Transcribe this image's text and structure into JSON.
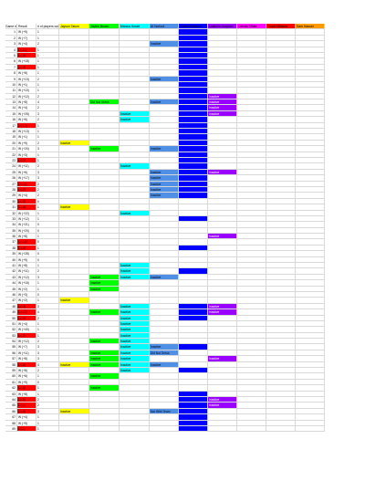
{
  "headers": [
    "Game #",
    "Result",
    "# of players out",
    "Jayson Tatum",
    "Jaylen Brown",
    "Marcus Smart",
    "Al Horford",
    "Robert Williams",
    "Malcolm Brogdon",
    "Derrick White",
    "Grant Williams",
    "Sam Hauser"
  ],
  "header_colors": [
    "#ffffff",
    "#ffffff",
    "#ffffff",
    "#ffff00",
    "#00ff00",
    "#00ffff",
    "#4f8fe6",
    "#0000ff",
    "#9900ff",
    "#ff00ff",
    "#ff0000",
    "#ff9900"
  ],
  "player_colors": [
    "#ffff00",
    "#00ff00",
    "#00ffff",
    "#4f8fe6",
    "#0000ff",
    "#9900ff",
    "#ff00ff",
    "#ff0000",
    "#ff9900"
  ],
  "loss_color": "#ff0000",
  "rows": [
    {
      "g": "1",
      "r": "W (+9)",
      "n": "1",
      "s": [
        0,
        0,
        0,
        0,
        1,
        0,
        0,
        0,
        0
      ]
    },
    {
      "g": "2",
      "r": "W (+7)",
      "n": "1",
      "s": [
        0,
        0,
        0,
        0,
        1,
        0,
        0,
        0,
        0
      ]
    },
    {
      "g": "3",
      "r": "W (+4)",
      "n": "2",
      "s": [
        0,
        0,
        0,
        1,
        1,
        0,
        0,
        0,
        0
      ],
      "t": {
        "3": "Inactive"
      }
    },
    {
      "g": "4",
      "r": "L (-14)",
      "n": "1",
      "s": [
        0,
        0,
        0,
        0,
        1,
        0,
        0,
        0,
        0
      ]
    },
    {
      "g": "5",
      "r": "L (-4)",
      "n": "1",
      "s": [
        0,
        0,
        0,
        0,
        1,
        0,
        0,
        0,
        0
      ]
    },
    {
      "g": "6",
      "r": "W (+18)",
      "n": "1",
      "s": [
        0,
        0,
        0,
        0,
        1,
        0,
        0,
        0,
        0
      ]
    },
    {
      "g": "7",
      "r": "L (-4)",
      "n": "1",
      "s": [
        0,
        0,
        0,
        0,
        1,
        0,
        0,
        0,
        0
      ]
    },
    {
      "g": "8",
      "r": "W (+8)",
      "n": "1",
      "s": [
        0,
        0,
        0,
        0,
        1,
        0,
        0,
        0,
        0
      ]
    },
    {
      "g": "9",
      "r": "W (+13)",
      "n": "2",
      "s": [
        0,
        0,
        0,
        1,
        1,
        0,
        0,
        0,
        0
      ],
      "t": {
        "3": "Inactive"
      }
    },
    {
      "g": "10",
      "r": "W (+1)",
      "n": "1",
      "s": [
        0,
        0,
        0,
        0,
        1,
        0,
        0,
        0,
        0
      ]
    },
    {
      "g": "11",
      "r": "W (+10)",
      "n": "1",
      "s": [
        0,
        0,
        0,
        0,
        1,
        0,
        0,
        0,
        0
      ]
    },
    {
      "g": "12",
      "r": "W (+12)",
      "n": "2",
      "s": [
        0,
        0,
        0,
        0,
        1,
        1,
        0,
        0,
        0
      ],
      "t": {
        "5": "Inactive"
      }
    },
    {
      "g": "13",
      "r": "W (+8)",
      "n": "4",
      "s": [
        0,
        1,
        0,
        1,
        1,
        1,
        0,
        0,
        0
      ],
      "t": {
        "1": "Did Not Dress",
        "3": "Inactive",
        "5": "Inactive"
      }
    },
    {
      "g": "14",
      "r": "W (+4)",
      "n": "2",
      "s": [
        0,
        0,
        0,
        0,
        1,
        1,
        0,
        0,
        0
      ],
      "t": {
        "5": "Inactive"
      }
    },
    {
      "g": "15",
      "r": "W (+25)",
      "n": "3",
      "s": [
        0,
        0,
        1,
        0,
        1,
        1,
        0,
        0,
        0
      ],
      "t": {
        "2": "Inactive",
        "5": "Inactive"
      }
    },
    {
      "g": "16",
      "r": "W (+6)",
      "n": "2",
      "s": [
        0,
        0,
        1,
        0,
        1,
        0,
        0,
        0,
        0
      ],
      "t": {
        "2": "Inactive"
      }
    },
    {
      "g": "17",
      "r": "L (-12)",
      "n": "1",
      "s": [
        0,
        0,
        0,
        0,
        1,
        0,
        0,
        0,
        0
      ]
    },
    {
      "g": "18",
      "r": "W (+13)",
      "n": "1",
      "s": [
        0,
        0,
        0,
        0,
        1,
        0,
        0,
        0,
        0
      ]
    },
    {
      "g": "19",
      "r": "W (+1)",
      "n": "1",
      "s": [
        0,
        0,
        0,
        0,
        1,
        0,
        0,
        0,
        0
      ]
    },
    {
      "g": "20",
      "r": "W (+9)",
      "n": "2",
      "s": [
        1,
        0,
        0,
        0,
        1,
        0,
        0,
        0,
        0
      ],
      "t": {
        "0": "Inactive"
      }
    },
    {
      "g": "21",
      "r": "W (+20)",
      "n": "3",
      "s": [
        0,
        1,
        0,
        1,
        1,
        0,
        0,
        0,
        0
      ],
      "t": {
        "1": "Inactive",
        "3": "Inactive"
      }
    },
    {
      "g": "22",
      "r": "W (+3)",
      "n": "1",
      "s": [
        0,
        0,
        0,
        0,
        1,
        0,
        0,
        0,
        0
      ]
    },
    {
      "g": "23",
      "r": "L (-2)",
      "n": "1",
      "s": [
        0,
        0,
        0,
        0,
        1,
        0,
        0,
        0,
        0
      ]
    },
    {
      "g": "24",
      "r": "W (+11)",
      "n": "2",
      "s": [
        0,
        0,
        1,
        0,
        1,
        0,
        0,
        0,
        0
      ],
      "t": {
        "2": "Inactive"
      }
    },
    {
      "g": "25",
      "r": "W (+6)",
      "n": "3",
      "s": [
        0,
        0,
        0,
        1,
        1,
        1,
        0,
        0,
        0
      ],
      "t": {
        "3": "Inactive",
        "5": "Inactive"
      }
    },
    {
      "g": "26",
      "r": "W (+17)",
      "n": "3",
      "s": [
        0,
        0,
        0,
        1,
        1,
        0,
        0,
        0,
        0
      ],
      "t": {
        "3": "Inactive"
      }
    },
    {
      "g": "27",
      "r": "L (-11)",
      "n": "2",
      "s": [
        0,
        0,
        0,
        1,
        1,
        0,
        0,
        0,
        0
      ],
      "t": {
        "3": "Inactive"
      }
    },
    {
      "g": "28",
      "r": "L (-2)",
      "n": "2",
      "s": [
        0,
        0,
        0,
        1,
        1,
        0,
        0,
        0,
        0
      ],
      "t": {
        "3": "Inactive"
      }
    },
    {
      "g": "29",
      "r": "W (+4)",
      "n": "2",
      "s": [
        0,
        0,
        0,
        1,
        1,
        0,
        0,
        0,
        0
      ],
      "t": {
        "3": "Inactive"
      }
    },
    {
      "g": "30",
      "r": "L (-8)",
      "n": "0",
      "s": [
        0,
        0,
        0,
        0,
        0,
        0,
        0,
        0,
        0
      ]
    },
    {
      "g": "31",
      "r": "L (-4)",
      "n": "1",
      "s": [
        1,
        0,
        0,
        0,
        0,
        0,
        0,
        0,
        0
      ],
      "t": {
        "0": "Inactive"
      }
    },
    {
      "g": "32",
      "r": "W (+22)",
      "n": "1",
      "s": [
        0,
        0,
        1,
        0,
        0,
        0,
        0,
        0,
        0
      ],
      "t": {
        "2": "Inactive"
      }
    },
    {
      "g": "33",
      "r": "W (+12)",
      "n": "1",
      "s": [
        0,
        0,
        0,
        0,
        1,
        0,
        0,
        0,
        0
      ]
    },
    {
      "g": "34",
      "r": "W (+21)",
      "n": "0",
      "s": [
        0,
        0,
        0,
        0,
        0,
        0,
        0,
        0,
        0
      ]
    },
    {
      "g": "35",
      "r": "W (+20)",
      "n": "0",
      "s": [
        0,
        0,
        0,
        0,
        0,
        0,
        0,
        0,
        0
      ]
    },
    {
      "g": "36",
      "r": "W (+8)",
      "n": "1",
      "s": [
        0,
        0,
        0,
        0,
        0,
        1,
        0,
        0,
        0
      ],
      "t": {
        "5": "Inactive"
      }
    },
    {
      "g": "37",
      "r": "L (-13)",
      "n": "0",
      "s": [
        0,
        0,
        0,
        0,
        0,
        0,
        0,
        0,
        0
      ]
    },
    {
      "g": "38",
      "r": "L (-9)",
      "n": "1",
      "s": [
        0,
        0,
        0,
        0,
        1,
        0,
        0,
        0,
        0
      ]
    },
    {
      "g": "39",
      "r": "W (+28)",
      "n": "0",
      "s": [
        0,
        0,
        0,
        0,
        0,
        0,
        0,
        0,
        0
      ]
    },
    {
      "g": "40",
      "r": "W (+9)",
      "n": "0",
      "s": [
        0,
        0,
        0,
        0,
        0,
        0,
        0,
        0,
        0
      ]
    },
    {
      "g": "41",
      "r": "W (+8)",
      "n": "1",
      "s": [
        0,
        0,
        1,
        0,
        0,
        0,
        0,
        0,
        0
      ],
      "t": {
        "2": "Inactive"
      }
    },
    {
      "g": "42",
      "r": "W (+11)",
      "n": "2",
      "s": [
        0,
        0,
        1,
        0,
        1,
        0,
        0,
        0,
        0
      ],
      "t": {
        "2": "Inactive"
      }
    },
    {
      "g": "43",
      "r": "W (+12)",
      "n": "3",
      "s": [
        0,
        1,
        1,
        1,
        0,
        0,
        0,
        0,
        0
      ],
      "t": {
        "1": "Inactive",
        "2": "Inactive",
        "3": "Inactive"
      }
    },
    {
      "g": "44",
      "r": "W (+16)",
      "n": "1",
      "s": [
        0,
        1,
        0,
        0,
        0,
        0,
        0,
        0,
        0
      ],
      "t": {
        "1": "Inactive"
      }
    },
    {
      "g": "45",
      "r": "W (+2)",
      "n": "1",
      "s": [
        0,
        1,
        0,
        0,
        0,
        0,
        0,
        0,
        0
      ],
      "t": {
        "1": "Inactive"
      }
    },
    {
      "g": "46",
      "r": "W (+3)",
      "n": "0",
      "s": [
        0,
        0,
        0,
        0,
        0,
        0,
        0,
        0,
        0
      ]
    },
    {
      "g": "47",
      "r": "W (+2)",
      "n": "1",
      "s": [
        1,
        0,
        0,
        0,
        0,
        0,
        0,
        0,
        0
      ],
      "t": {
        "0": "Inactive"
      }
    },
    {
      "g": "48",
      "r": "L (-3)",
      "n": "3",
      "s": [
        0,
        0,
        1,
        0,
        1,
        1,
        0,
        0,
        0
      ],
      "t": {
        "2": "Inactive",
        "5": "Inactive"
      }
    },
    {
      "g": "49",
      "r": "L (-13)",
      "n": "4",
      "s": [
        0,
        1,
        1,
        0,
        1,
        1,
        0,
        0,
        0
      ],
      "t": {
        "1": "Inactive",
        "2": "Inactive",
        "5": "Inactive"
      }
    },
    {
      "g": "50",
      "r": "L (-9)",
      "n": "2",
      "s": [
        0,
        0,
        1,
        0,
        1,
        0,
        0,
        0,
        0
      ],
      "t": {
        "2": "Inactive"
      }
    },
    {
      "g": "51",
      "r": "W (+4)",
      "n": "1",
      "s": [
        0,
        0,
        1,
        0,
        0,
        0,
        0,
        0,
        0
      ],
      "t": {
        "2": "Inactive"
      }
    },
    {
      "g": "52",
      "r": "W (+40)",
      "n": "1",
      "s": [
        0,
        0,
        1,
        0,
        0,
        0,
        0,
        0,
        0
      ],
      "t": {
        "2": "Inactive"
      }
    },
    {
      "g": "53",
      "r": "L (-2)",
      "n": "1",
      "s": [
        0,
        0,
        1,
        0,
        0,
        0,
        0,
        0,
        0
      ],
      "t": {
        "2": "Inactive"
      }
    },
    {
      "g": "54",
      "r": "W (+12)",
      "n": "2",
      "s": [
        0,
        1,
        1,
        0,
        0,
        0,
        0,
        0,
        0
      ],
      "t": {
        "1": "Inactive",
        "2": "Inactive"
      }
    },
    {
      "g": "55",
      "r": "W (+7)",
      "n": "3",
      "s": [
        0,
        0,
        1,
        1,
        1,
        0,
        0,
        0,
        0
      ],
      "t": {
        "2": "Inactive",
        "3": "Inactive"
      }
    },
    {
      "g": "56",
      "r": "W (+11)",
      "n": "3",
      "s": [
        0,
        1,
        1,
        1,
        0,
        0,
        0,
        0,
        0
      ],
      "t": {
        "1": "Inactive",
        "2": "Inactive",
        "3": "Did Not Dress"
      }
    },
    {
      "g": "57",
      "r": "W (+8)",
      "n": "3",
      "s": [
        0,
        1,
        1,
        0,
        0,
        1,
        0,
        0,
        0
      ],
      "t": {
        "1": "Inactive",
        "2": "Inactive",
        "5": "Inactive"
      }
    },
    {
      "g": "58",
      "r": "L (-8)",
      "n": "4",
      "s": [
        1,
        1,
        1,
        1,
        0,
        0,
        0,
        0,
        0
      ],
      "t": {
        "0": "Inactive",
        "1": "Inactive",
        "2": "Inactive",
        "3": "Inactive"
      }
    },
    {
      "g": "59",
      "r": "W (+8)",
      "n": "2",
      "s": [
        0,
        0,
        1,
        0,
        1,
        0,
        0,
        0,
        0
      ],
      "t": {
        "2": "Inactive"
      }
    },
    {
      "g": "60",
      "r": "W (+6)",
      "n": "1",
      "s": [
        0,
        1,
        0,
        0,
        0,
        0,
        0,
        0,
        0
      ],
      "t": {
        "1": "Inactive"
      }
    },
    {
      "g": "61",
      "r": "W (+9)",
      "n": "0",
      "s": [
        0,
        0,
        0,
        0,
        0,
        0,
        0,
        0,
        0
      ]
    },
    {
      "g": "62",
      "r": "L (-8)",
      "n": "1",
      "s": [
        0,
        1,
        0,
        0,
        0,
        0,
        0,
        0,
        0
      ],
      "t": {
        "1": "Inactive"
      }
    },
    {
      "g": "63",
      "r": "W (+8)",
      "n": "1",
      "s": [
        0,
        0,
        0,
        0,
        1,
        0,
        0,
        0,
        0
      ]
    },
    {
      "g": "64",
      "r": "L (-9)",
      "n": "2",
      "s": [
        0,
        0,
        0,
        0,
        1,
        1,
        0,
        0,
        0
      ],
      "t": {
        "5": "Inactive"
      }
    },
    {
      "g": "65",
      "r": "L (-1)",
      "n": "2",
      "s": [
        0,
        0,
        0,
        0,
        1,
        1,
        0,
        0,
        0
      ],
      "t": {
        "5": "Inactive"
      }
    },
    {
      "g": "66",
      "r": "L (-4)",
      "n": "3",
      "s": [
        1,
        0,
        0,
        1,
        1,
        0,
        0,
        0,
        0
      ],
      "t": {
        "0": "Inactive",
        "3": "Not With Team"
      }
    },
    {
      "g": "67",
      "r": "W (+4)",
      "n": "1",
      "s": [
        0,
        0,
        0,
        0,
        1,
        0,
        0,
        0,
        0
      ]
    },
    {
      "g": "68",
      "r": "W (+9)",
      "n": "1",
      "s": [
        0,
        0,
        0,
        0,
        1,
        0,
        0,
        0,
        0
      ]
    },
    {
      "g": "69",
      "r": "L (-1)",
      "n": "1",
      "s": [
        0,
        0,
        0,
        0,
        1,
        0,
        0,
        0,
        0
      ]
    }
  ]
}
